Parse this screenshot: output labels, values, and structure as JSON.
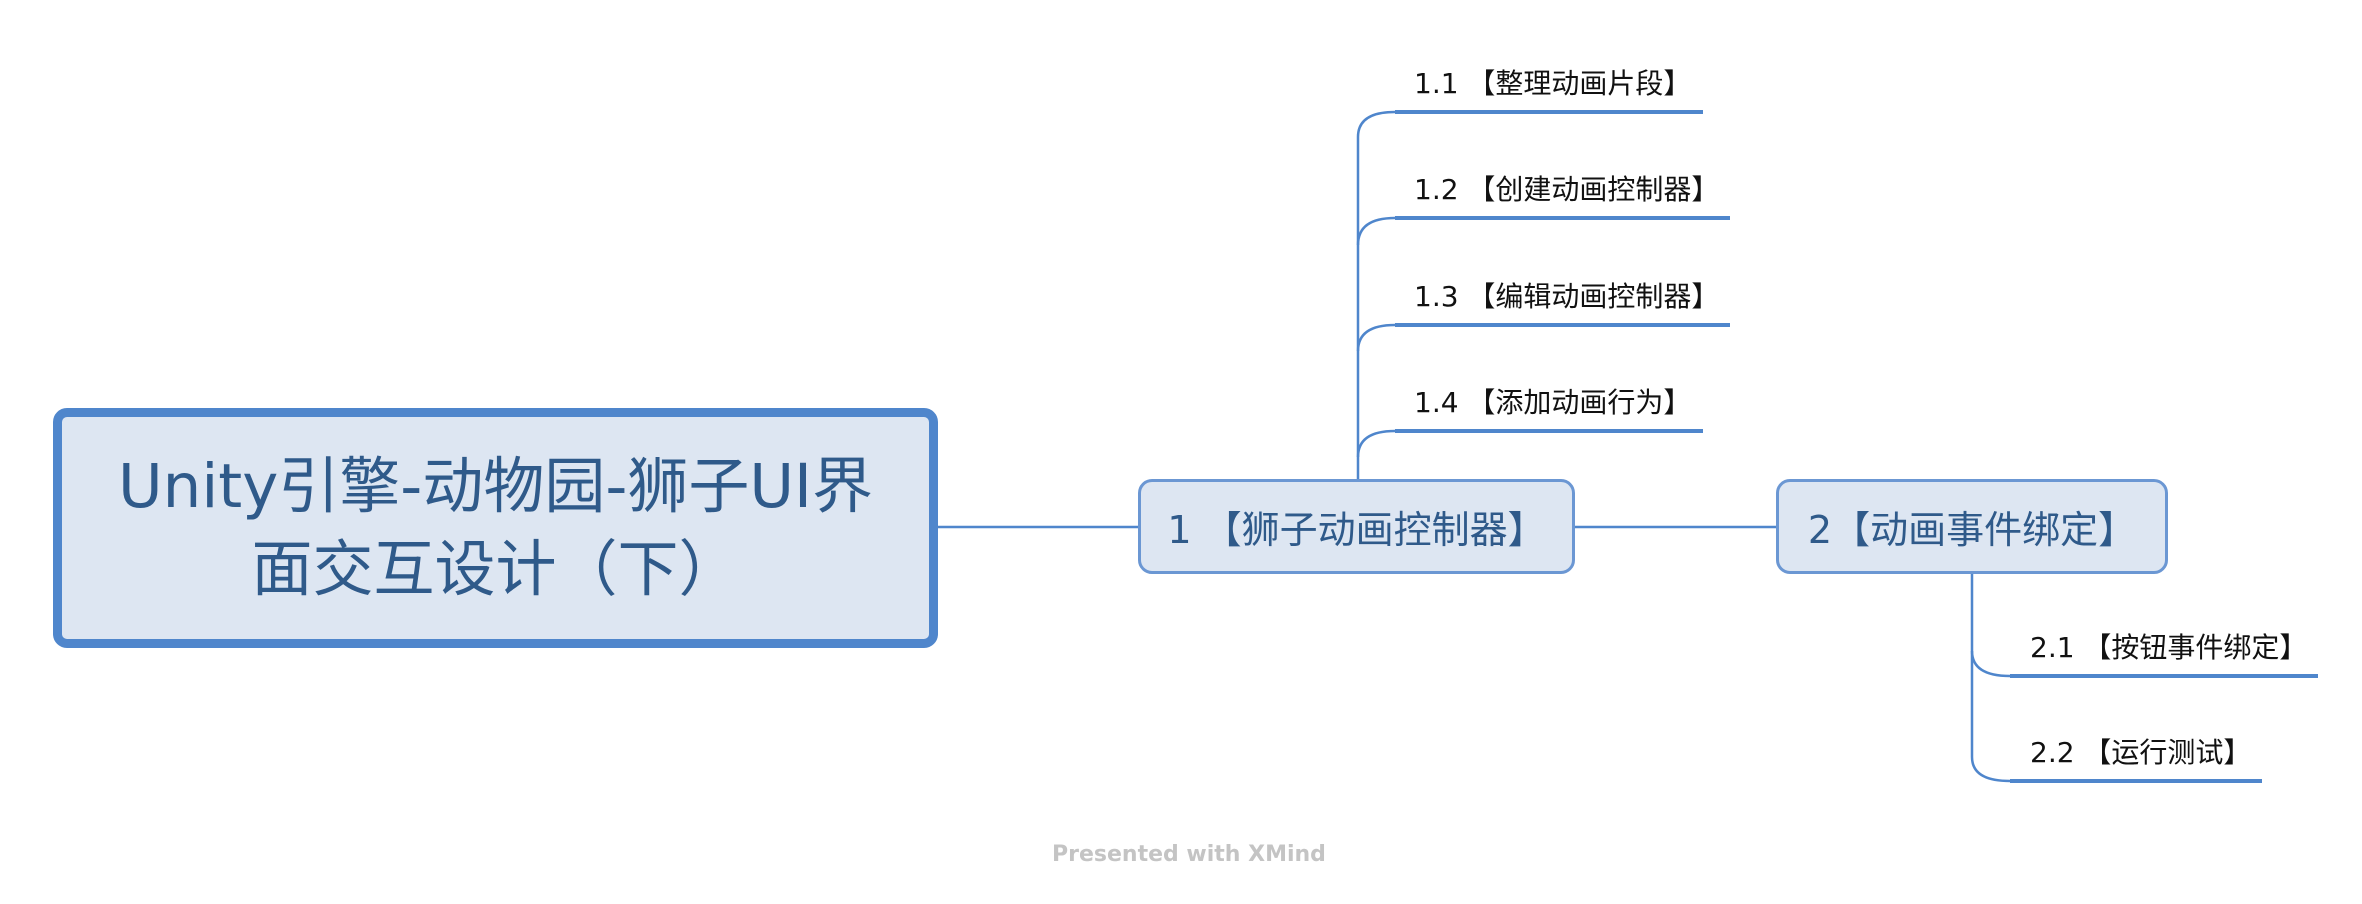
{
  "diagram": {
    "root": {
      "title": "Unity引擎-动物园-狮子UI界面交互设计（下）"
    },
    "topics": [
      {
        "label": "1 【狮子动画控制器】",
        "subtopics": [
          "1.1 【整理动画片段】",
          "1.2 【创建动画控制器】",
          "1.3 【编辑动画控制器】",
          "1.4 【添加动画行为】"
        ]
      },
      {
        "label": "2【动画事件绑定】",
        "subtopics": [
          "2.1 【按钮事件绑定】",
          "2.2 【运行测试】"
        ]
      }
    ]
  },
  "footer": "Presented with XMind",
  "colors": {
    "root_border": "#4f86cc",
    "node_fill": "#dde6f2",
    "topic_border": "#6b97d3",
    "connector": "#4f86cc",
    "node_text": "#2f5a8a",
    "subtopic_text": "#111111",
    "footer_text": "#c4c4c4"
  }
}
